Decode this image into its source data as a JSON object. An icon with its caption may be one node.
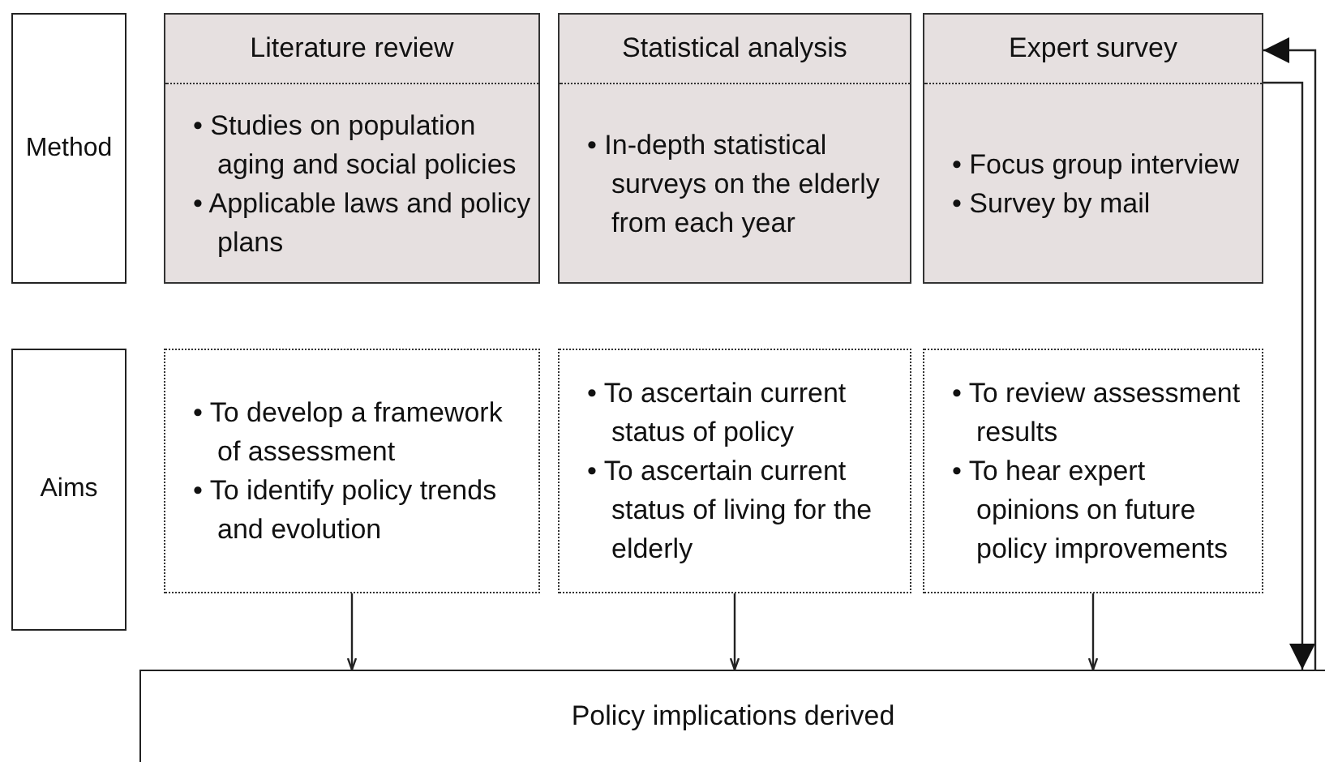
{
  "diagram": {
    "nodes": [
      {
        "text": [
          "Method"
        ]
      },
      {
        "text": [
          "Literature review",
          "• Studies on population aging and social policies",
          "• Applicable laws and policy plans"
        ]
      },
      {
        "text": [
          "Statistical analysis",
          "• In-depth statistical surveys on the elderly from each year"
        ]
      },
      {
        "text": [
          "Expert survey",
          "• Focus group interview",
          "• Survey by mail"
        ]
      },
      {
        "text": [
          "Aims"
        ]
      },
      {
        "text": [
          "• To develop a framework of assessment",
          "• To identify policy trends and evolution"
        ]
      },
      {
        "text": [
          "• To ascertain current status of policy",
          "• To ascertain current status of living for the elderly"
        ]
      },
      {
        "text": [
          "• To review assessment results",
          "• To hear expert opinions on future policy improvements"
        ]
      },
      {
        "text": [
          "Policy implications derived"
        ]
      }
    ],
    "edges": [
      {
        "from": 5,
        "to": 8,
        "arrow": "to"
      },
      {
        "from": 6,
        "to": 8,
        "arrow": "to"
      },
      {
        "from": 7,
        "to": 8,
        "arrow": "to"
      },
      {
        "from": 3,
        "to": 8,
        "arrow": "to"
      },
      {
        "from": 8,
        "to": 3,
        "arrow": "to"
      }
    ]
  }
}
